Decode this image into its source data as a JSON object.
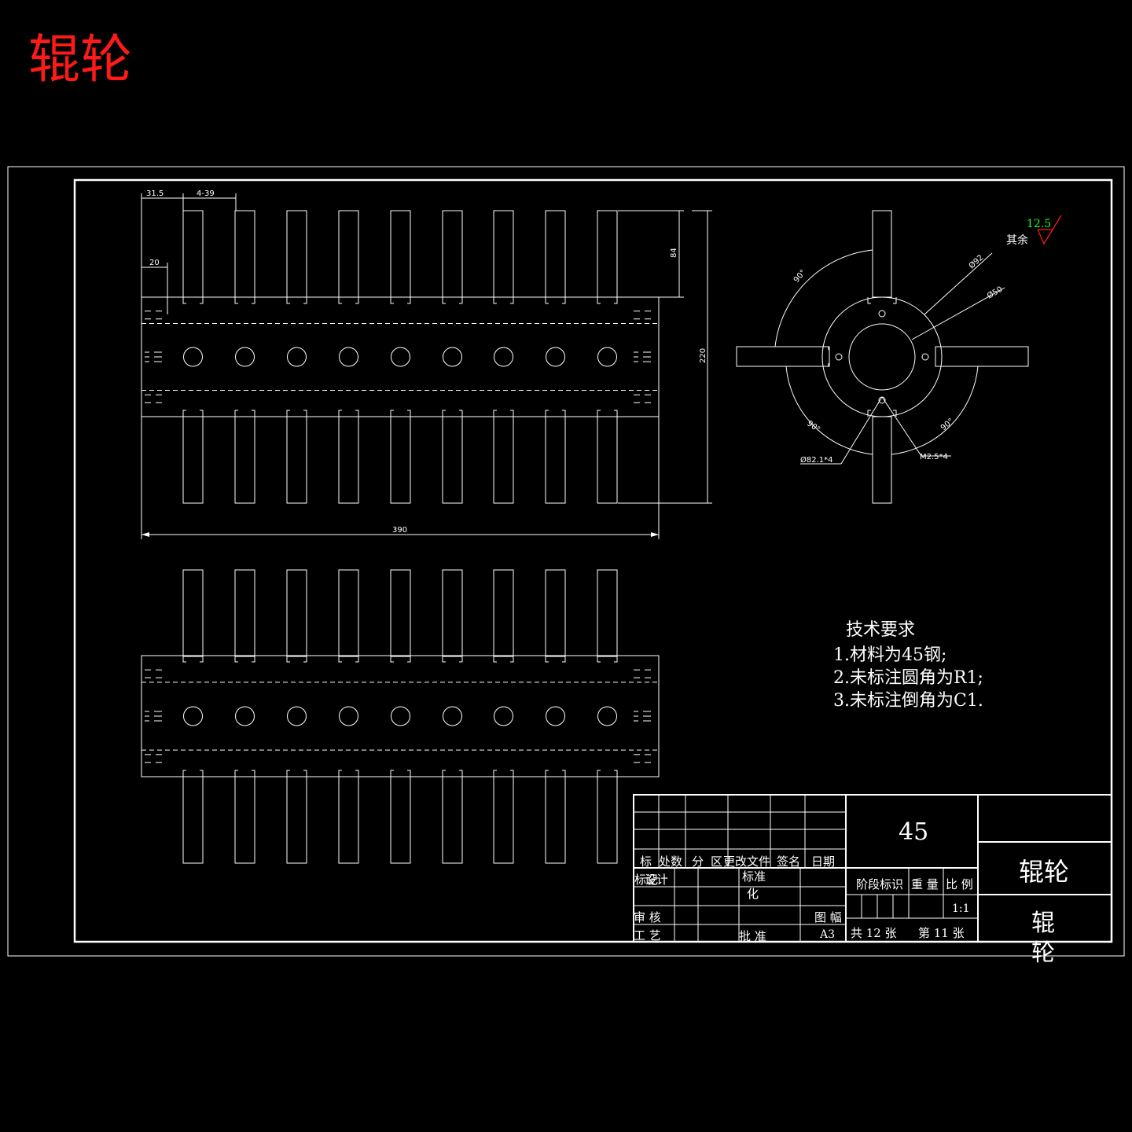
{
  "header": {
    "title": "辊轮",
    "title_color": "#ff1a1a"
  },
  "dimensions": {
    "d_31_5": "31.5",
    "d_4_39": "4-39",
    "d_20": "20",
    "d_84": "84",
    "d_220": "220",
    "d_390": "390",
    "ang_top": "90°",
    "ang_bl": "90°",
    "ang_br": "90°",
    "dia_92": "Ø92",
    "dia_50": "Ø50",
    "hole_spec": "Ø82.1*4",
    "thread_spec": "M2.5*4"
  },
  "roughness": {
    "value": "12.5",
    "label": "其余",
    "value_color": "#22ff22",
    "symbol_color": "#ff1a1a"
  },
  "tech_req": {
    "heading": "技术要求",
    "items": [
      "1.材料为45钢;",
      "2.未标注圆角为R1;",
      "3.未标注倒角为C1."
    ]
  },
  "title_block": {
    "material": "45",
    "part_name": "辊轮",
    "drawing_no": "辊轮",
    "rev_header": [
      "标",
      "处数",
      "分",
      "区",
      "更改文件",
      "签名",
      "日期"
    ],
    "design": "设计",
    "mark": "标记",
    "standardize": "标准化",
    "check": "审 核",
    "process": "工 艺",
    "approve": "批 准",
    "stage_mark": "阶段标识",
    "weight": "重 量",
    "scale_label": "比 例",
    "scale": "1:1",
    "sheet_size_label": "图 幅",
    "sheet_size": "A3",
    "total_sheets": "共 12 张",
    "sheet_no": "第 11 张"
  }
}
